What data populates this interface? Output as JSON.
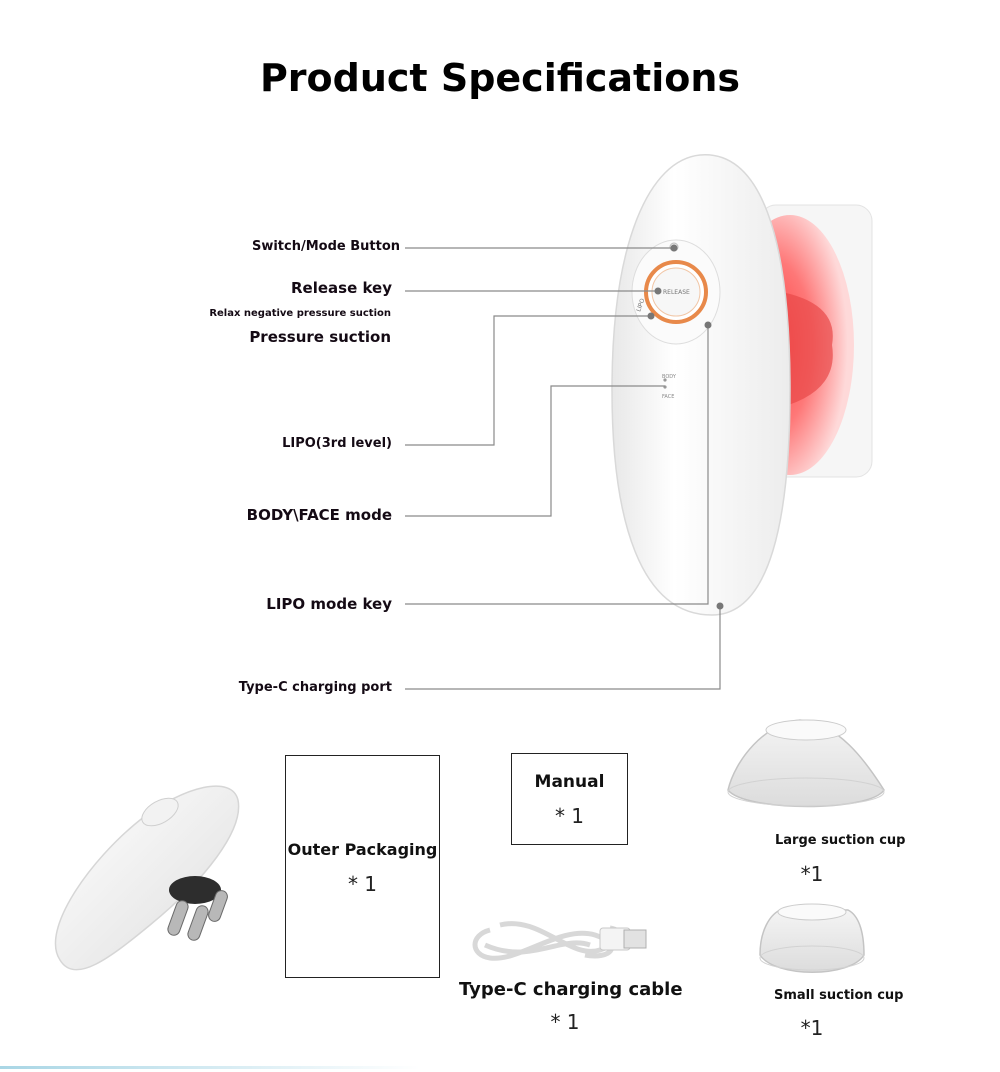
{
  "title": "Product Specifications",
  "callouts": {
    "switch_mode": "Switch/Mode Button",
    "release_key": "Release key",
    "relax_negative": "Relax negative pressure suction",
    "pressure_suction": "Pressure suction",
    "lipo_level": "LIPO(3rd level)",
    "body_face": "BODY\\FACE mode",
    "lipo_mode_key": "LIPO mode key",
    "type_c_port": "Type-C charging port"
  },
  "device_text": {
    "release": "RELEASE",
    "lipo": "LIPO",
    "body": "BODY",
    "face": "FACE"
  },
  "package": {
    "outer_packaging": {
      "label": "Outer Packaging",
      "qty": "* 1"
    },
    "manual": {
      "label": "Manual",
      "qty": "* 1"
    },
    "cable": {
      "label": "Type-C charging cable",
      "qty": "* 1"
    },
    "large_cup": {
      "label": "Large suction cup",
      "qty": "*1"
    },
    "small_cup": {
      "label": "Small suction cup",
      "qty": "*1"
    }
  },
  "colors": {
    "accent_ring": "#e8894a",
    "red_glow": "#ff3b3b",
    "leader_line": "#8a8a8a"
  }
}
